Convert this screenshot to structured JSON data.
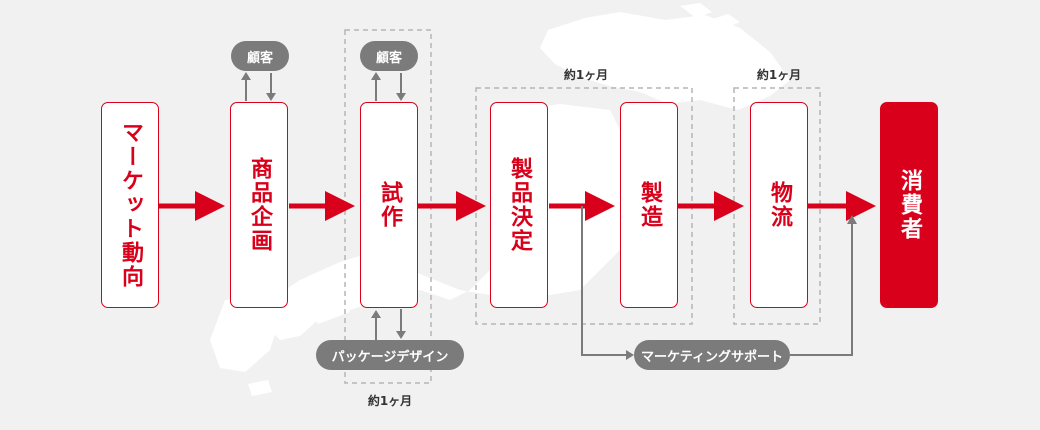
{
  "steps": [
    {
      "id": "market",
      "label": "マーケット動向"
    },
    {
      "id": "planning",
      "label": "商品企画"
    },
    {
      "id": "prototype",
      "label": "試作"
    },
    {
      "id": "decision",
      "label": "製品決定"
    },
    {
      "id": "manufacturing",
      "label": "製造"
    },
    {
      "id": "logistics",
      "label": "物流"
    },
    {
      "id": "consumer",
      "label": "消費者"
    }
  ],
  "feedback": {
    "customer_planning": "顧客",
    "customer_prototype": "顧客",
    "package_design": "パッケージデザイン",
    "marketing_support": "マーケティングサポート"
  },
  "periods": {
    "decision_manufacturing": "約1ヶ月",
    "logistics": "約1ヶ月",
    "prototype": "約1ヶ月"
  },
  "colors": {
    "accent": "#d9001b",
    "gray": "#7b7b7b",
    "dashed": "#b5b5b5",
    "background": "#f1f1f1"
  }
}
